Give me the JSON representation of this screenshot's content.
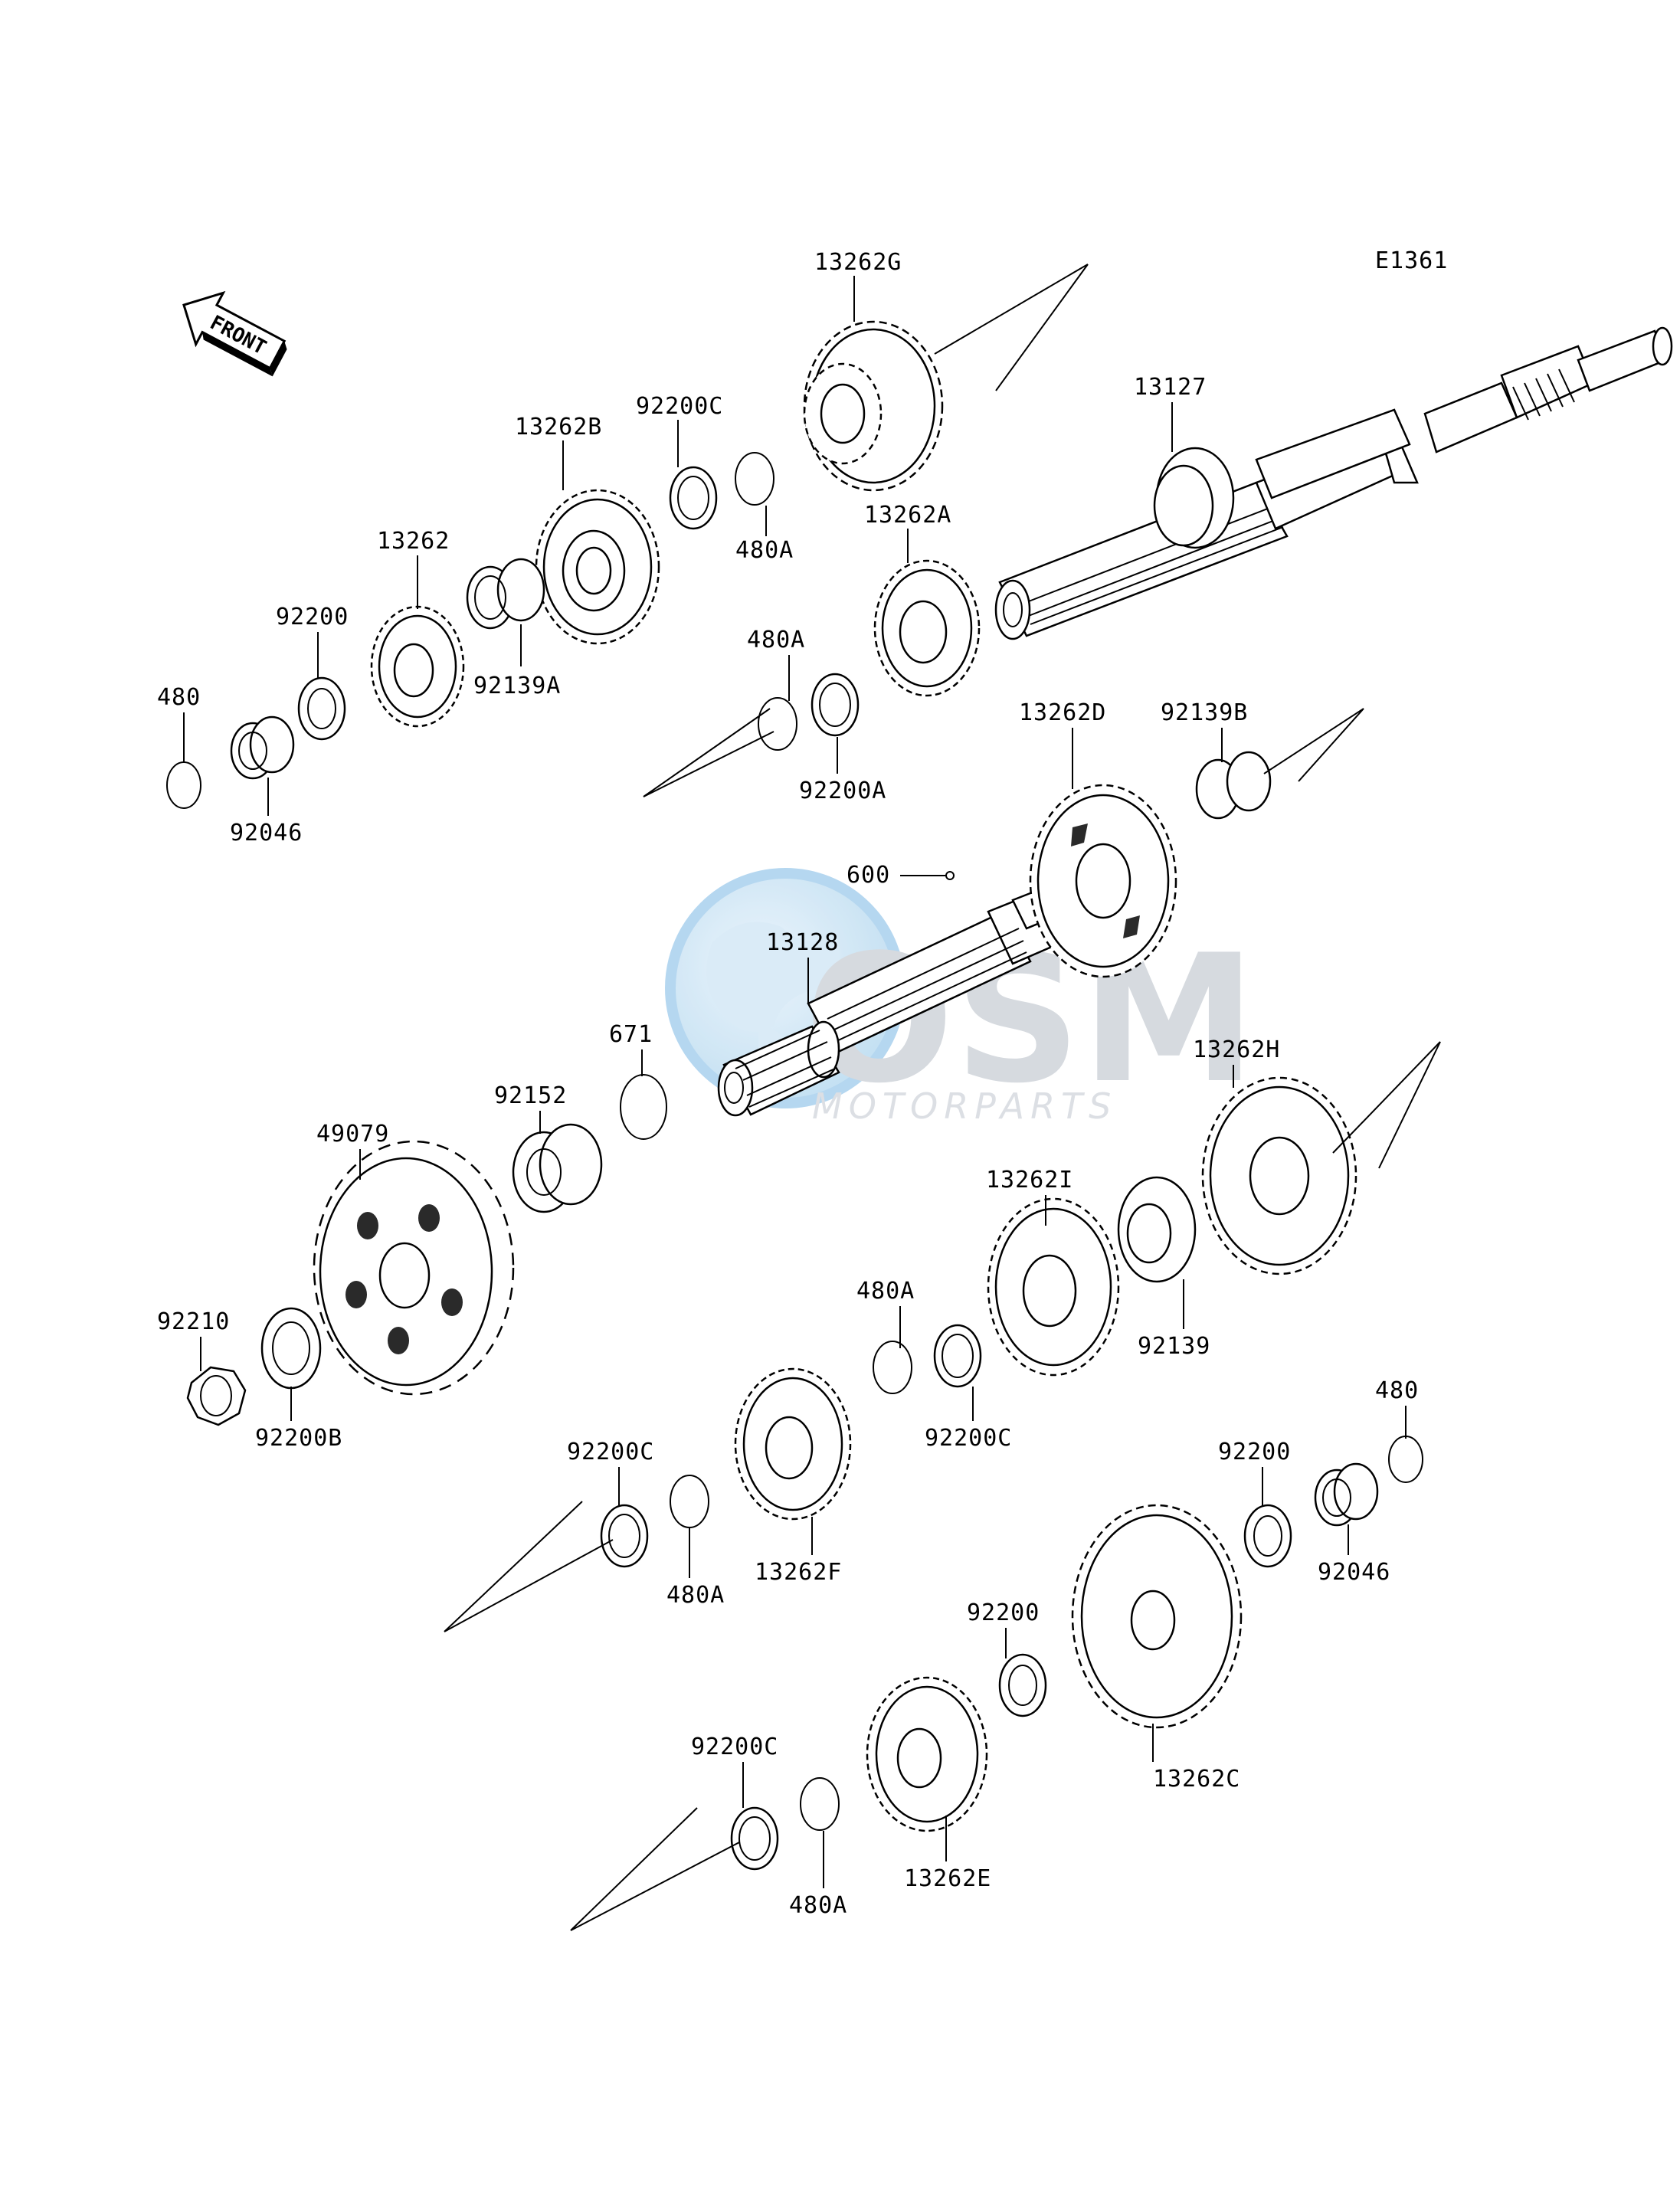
{
  "diagram_code": "E1361",
  "front_arrow_label": "FRONT",
  "watermark": {
    "brand": "OSM",
    "sub": "MOTORPARTS",
    "colors": {
      "globe": "#cfe6f5",
      "ring": "#9ec9e8",
      "text": "#cfd4da"
    }
  },
  "labels": {
    "l_13262G": "13262G",
    "l_13127": "13127",
    "l_92200C_top": "92200C",
    "l_13262B": "13262B",
    "l_480A_top": "480A",
    "l_13262": "13262",
    "l_13262A": "13262A",
    "l_92200_top": "92200",
    "l_92139A": "92139A",
    "l_480A_mid": "480A",
    "l_480_top": "480",
    "l_92200A": "92200A",
    "l_92046_top": "92046",
    "l_13262D": "13262D",
    "l_92139B": "92139B",
    "l_600": "600",
    "l_13128": "13128",
    "l_671": "671",
    "l_92152": "92152",
    "l_49079": "49079",
    "l_13262H": "13262H",
    "l_13262I": "13262I",
    "l_92210": "92210",
    "l_480A_low": "480A",
    "l_92139": "92139",
    "l_92200B": "92200B",
    "l_92200C_mid": "92200C",
    "l_480_right": "480",
    "l_92200C_left": "92200C",
    "l_92200_right": "92200",
    "l_480A_left": "480A",
    "l_13262F": "13262F",
    "l_92046_right": "92046",
    "l_92200_low": "92200",
    "l_13262C": "13262C",
    "l_92200C_bottom": "92200C",
    "l_480A_bottom": "480A",
    "l_13262E": "13262E"
  }
}
